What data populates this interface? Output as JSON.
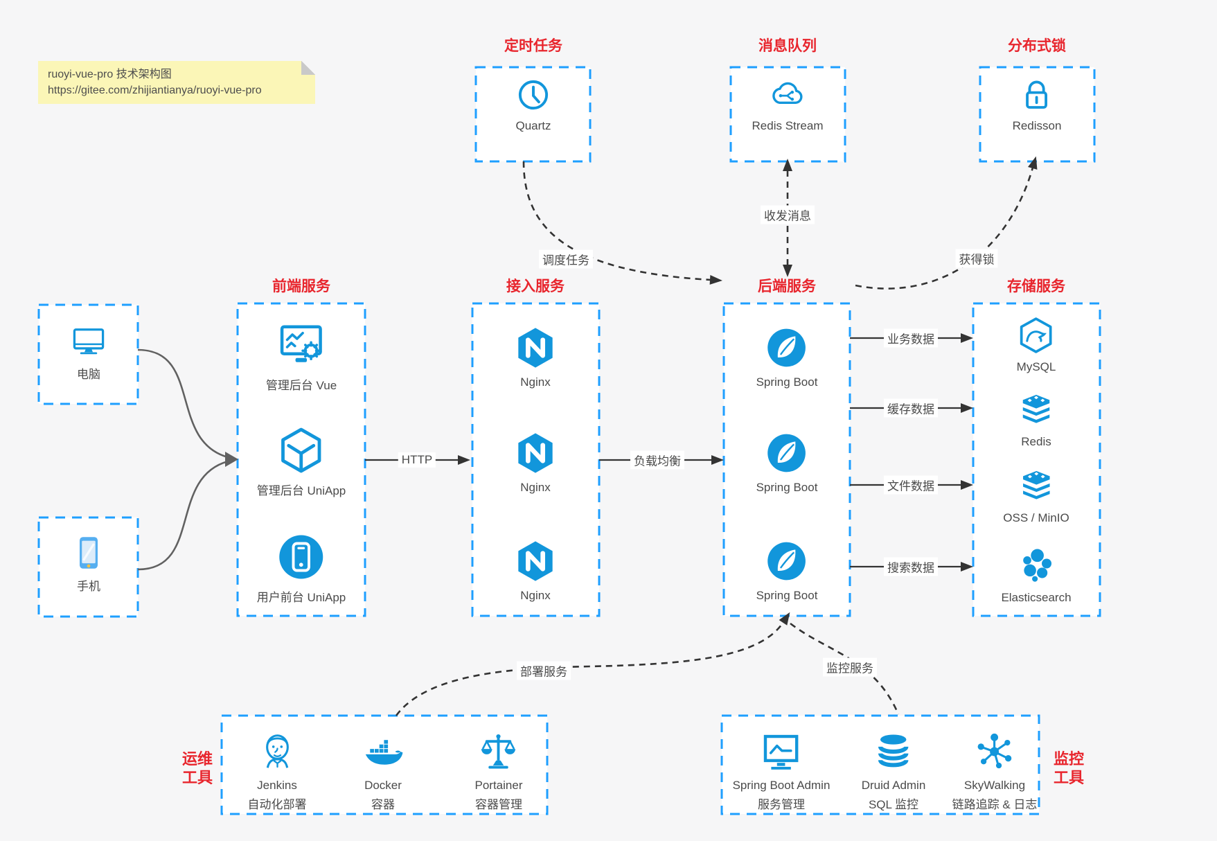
{
  "colors": {
    "bg": "#f6f6f7",
    "box": "#ffffff",
    "blue": "#1296db",
    "border": "#1e9fff",
    "red": "#e8252d",
    "text": "#4a4a4a",
    "arrow": "#333333",
    "device": "#616161",
    "note_bg": "#fbf6b7",
    "note_fold": "#c9c9c9"
  },
  "note": {
    "title": "ruoyi-vue-pro 技术架构图",
    "url": "https://gitee.com/zhijiantianya/ruoyi-vue-pro"
  },
  "top_services": [
    {
      "title": "定时任务",
      "label": "Quartz",
      "icon": "clock-icon"
    },
    {
      "title": "消息队列",
      "label": "Redis Stream",
      "icon": "cloud-stream-icon"
    },
    {
      "title": "分布式锁",
      "label": "Redisson",
      "icon": "lock-icon"
    }
  ],
  "clients": [
    {
      "label": "电脑",
      "icon": "desktop-icon"
    },
    {
      "label": "手机",
      "icon": "phone-icon"
    }
  ],
  "frontend": {
    "title": "前端服务",
    "items": [
      {
        "label": "管理后台 Vue",
        "icon": "admin-vue-icon"
      },
      {
        "label": "管理后台 UniApp",
        "icon": "uniapp-cube-icon"
      },
      {
        "label": "用户前台 UniApp",
        "icon": "mobile-app-icon"
      }
    ]
  },
  "gateway": {
    "title": "接入服务",
    "items": [
      {
        "label": "Nginx",
        "icon": "nginx-icon"
      },
      {
        "label": "Nginx",
        "icon": "nginx-icon"
      },
      {
        "label": "Nginx",
        "icon": "nginx-icon"
      }
    ]
  },
  "backend": {
    "title": "后端服务",
    "items": [
      {
        "label": "Spring Boot",
        "icon": "spring-boot-icon"
      },
      {
        "label": "Spring Boot",
        "icon": "spring-boot-icon"
      },
      {
        "label": "Spring Boot",
        "icon": "spring-boot-icon"
      }
    ]
  },
  "storage": {
    "title": "存储服务",
    "items": [
      {
        "label": "MySQL",
        "icon": "mysql-icon"
      },
      {
        "label": "Redis",
        "icon": "redis-icon"
      },
      {
        "label": "OSS / MinIO",
        "icon": "oss-icon"
      },
      {
        "label": "Elasticsearch",
        "icon": "elasticsearch-icon"
      }
    ]
  },
  "ops": {
    "title_line1": "运维",
    "title_line2": "工具",
    "items": [
      {
        "name": "Jenkins",
        "desc": "自动化部署",
        "icon": "jenkins-icon"
      },
      {
        "name": "Docker",
        "desc": "容器",
        "icon": "docker-icon"
      },
      {
        "name": "Portainer",
        "desc": "容器管理",
        "icon": "portainer-icon"
      }
    ]
  },
  "monitoring": {
    "title_line1": "监控",
    "title_line2": "工具",
    "items": [
      {
        "name": "Spring Boot Admin",
        "desc": "服务管理",
        "icon": "spring-boot-admin-icon"
      },
      {
        "name": "Druid Admin",
        "desc": "SQL 监控",
        "icon": "druid-icon"
      },
      {
        "name": "SkyWalking",
        "desc": "链路追踪 & 日志",
        "icon": "skywalking-icon"
      }
    ]
  },
  "edges": {
    "http": "HTTP",
    "load_balance": "负载均衡",
    "schedule": "调度任务",
    "messages": "收发消息",
    "acquire_lock": "获得锁",
    "business_data": "业务数据",
    "cache_data": "缓存数据",
    "file_data": "文件数据",
    "search_data": "搜索数据",
    "deploy": "部署服务",
    "monitor": "监控服务"
  }
}
